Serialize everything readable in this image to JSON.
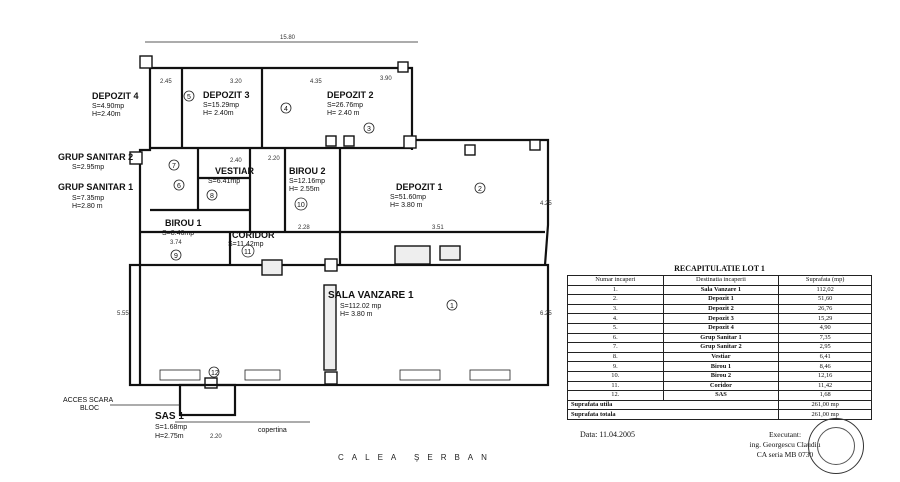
{
  "plan": {
    "rooms": [
      {
        "name": "DEPOZIT 4",
        "area": "S=4.90mp",
        "height": "H=2.40m",
        "num": "5"
      },
      {
        "name": "DEPOZIT 3",
        "area": "S=15.29mp",
        "height": "H= 2.40m",
        "num": "4"
      },
      {
        "name": "DEPOZIT 2",
        "area": "S=26.76mp",
        "height": "H= 2.40 m",
        "num": "3"
      },
      {
        "name": "GRUP SANITAR 2",
        "area": "S=2.95mp",
        "height": "",
        "num": "7"
      },
      {
        "name": "GRUP SANITAR 1",
        "area": "S=7.35mp",
        "height": "H=2.80 m",
        "num": "6"
      },
      {
        "name": "VESTIAR",
        "area": "S=6.41mp",
        "height": "",
        "num": "8"
      },
      {
        "name": "BIROU 2",
        "area": "S=12.16mp",
        "height": "H= 2.55m",
        "num": "10"
      },
      {
        "name": "DEPOZIT 1",
        "area": "S=51.60mp",
        "height": "H= 3.80 m",
        "num": "2"
      },
      {
        "name": "BIROU 1",
        "area": "S=8.46mp",
        "height": "",
        "num": "9"
      },
      {
        "name": "CORIDOR",
        "area": "S=11.42mp",
        "height": "",
        "num": "11"
      },
      {
        "name": "SALA VANZARE 1",
        "area": "S=112.02 mp",
        "height": "H= 3.80 m",
        "num": "1"
      },
      {
        "name": "SAS 1",
        "area": "S=1.68mp",
        "height": "H=2.75m",
        "num": "12"
      }
    ],
    "dims": {
      "top": "15.80",
      "d1": "2.45",
      "d2": "3.20",
      "d3": "4.35",
      "d4": "2.20",
      "d5": "3.90",
      "d6": "2.20",
      "d7": "3.74",
      "d8": "2.28",
      "d9": "3.51",
      "d10": "2.40",
      "d11": "5.55",
      "d12": "4.25",
      "d13": "6.25"
    },
    "acces_scara": "ACCES SCARA",
    "bloc": "BLOC",
    "copertina": "copertina",
    "street": "CALEA ŞERBAN"
  },
  "recap": {
    "title": "RECAPITULATIE LOT 1",
    "headers": [
      "Numar incaperi",
      "Destinatia incaperii",
      "Suprafata (mp)"
    ],
    "rows": [
      [
        "1.",
        "Sala Vanzare 1",
        "112,02"
      ],
      [
        "2.",
        "Depozit 1",
        "51,60"
      ],
      [
        "3.",
        "Depozit 2",
        "26,76"
      ],
      [
        "4.",
        "Depozit 3",
        "15,29"
      ],
      [
        "5.",
        "Depozit 4",
        "4,90"
      ],
      [
        "6.",
        "Grup Sanitar 1",
        "7,35"
      ],
      [
        "7.",
        "Grup Sanitar 2",
        "2,95"
      ],
      [
        "8.",
        "Vestiar",
        "6,41"
      ],
      [
        "9.",
        "Birou 1",
        "8,46"
      ],
      [
        "10.",
        "Birou 2",
        "12,16"
      ],
      [
        "11.",
        "Coridor",
        "11,42"
      ],
      [
        "12.",
        "SAS",
        "1,68"
      ]
    ],
    "totals": [
      [
        "Suprafata utila",
        "261,00 mp"
      ],
      [
        "Suprafata totala",
        "261,00 mp"
      ]
    ],
    "date": "Data: 11.04.2005",
    "exec_title": "Executant:",
    "exec_name": "ing. Georgescu Claudiu",
    "exec_ca": "CA seria MB 0730"
  }
}
